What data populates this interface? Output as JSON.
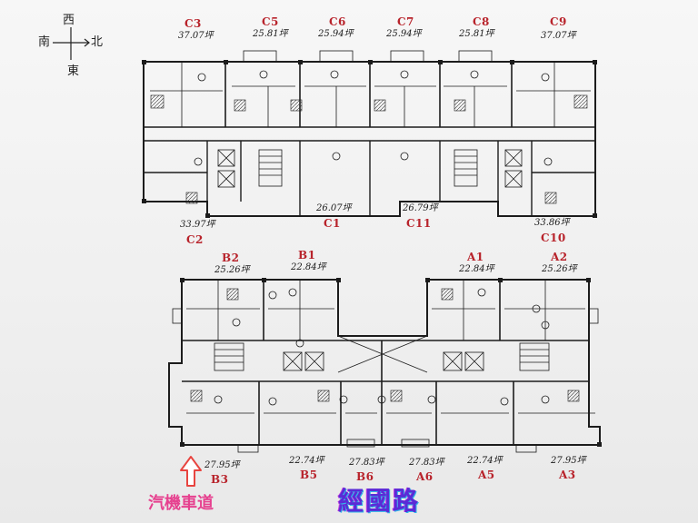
{
  "compass": {
    "north_char": "北",
    "south_char": "南",
    "east_char": "東",
    "west_char": "西"
  },
  "top_plan": {
    "units": [
      {
        "code": "C3",
        "area": "37.07坪"
      },
      {
        "code": "C5",
        "area": "25.81坪"
      },
      {
        "code": "C6",
        "area": "25.94坪"
      },
      {
        "code": "C7",
        "area": "25.94坪"
      },
      {
        "code": "C8",
        "area": "25.81坪"
      },
      {
        "code": "C9",
        "area": "37.07坪"
      },
      {
        "code": "C2",
        "area": "33.97坪"
      },
      {
        "code": "C1",
        "area": "26.07坪"
      },
      {
        "code": "C11",
        "area": "26.79坪"
      },
      {
        "code": "C10",
        "area": "33.86坪"
      }
    ]
  },
  "bottom_plan": {
    "units": [
      {
        "code": "B2",
        "area": "25.26坪"
      },
      {
        "code": "B1",
        "area": "22.84坪"
      },
      {
        "code": "A1",
        "area": "22.84坪"
      },
      {
        "code": "A2",
        "area": "25.26坪"
      },
      {
        "code": "B3",
        "area": "27.95坪"
      },
      {
        "code": "B5",
        "area": "22.74坪"
      },
      {
        "code": "B6",
        "area": "27.83坪"
      },
      {
        "code": "A6",
        "area": "27.83坪"
      },
      {
        "code": "A5",
        "area": "22.74坪"
      },
      {
        "code": "A3",
        "area": "27.95坪"
      }
    ]
  },
  "driveway_label": "汽機車道",
  "street_label": "經國路",
  "colors": {
    "code": "#b8232b",
    "driveway": "#e6418f",
    "street": "#5a2bd6",
    "arrow": "#e8443f"
  }
}
